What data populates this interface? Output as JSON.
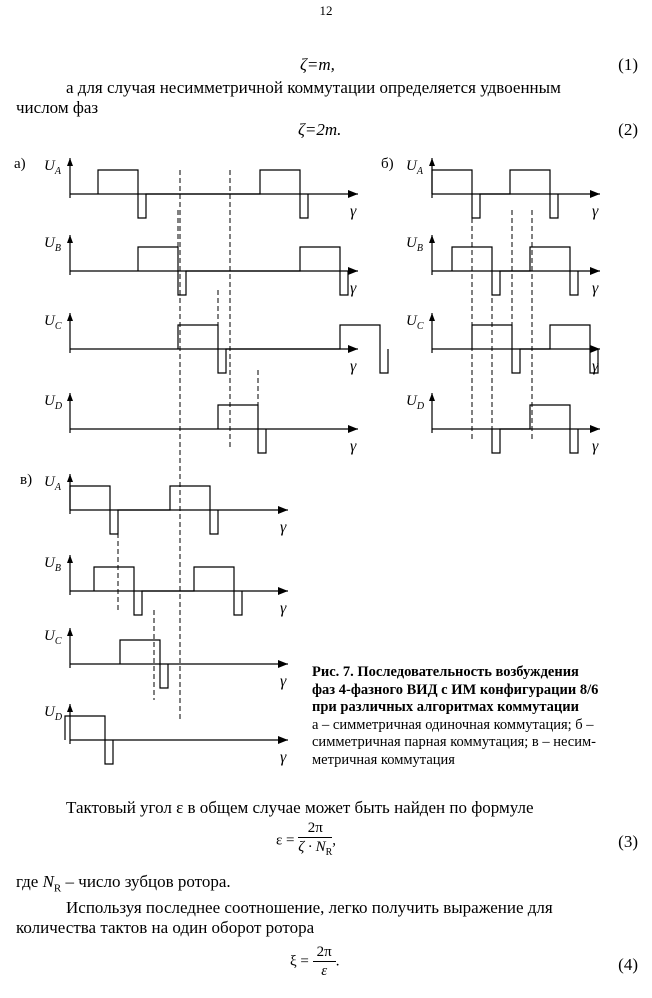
{
  "page_number": "12",
  "eq1": {
    "text": "ζ=m,",
    "number": "(1)"
  },
  "para1_line1": "а для случая несимметричной коммутации определяется удвоенным",
  "para1_line2": "числом фаз",
  "eq2": {
    "text": "ζ=2m.",
    "number": "(2)"
  },
  "figure": {
    "panels": [
      {
        "label": "а)",
        "phases": [
          "U",
          "U",
          "U",
          "U"
        ],
        "subs": [
          "A",
          "B",
          "C",
          "D"
        ],
        "axis_label": "γ"
      },
      {
        "label": "б)",
        "phases": [
          "U",
          "U",
          "U",
          "U"
        ],
        "subs": [
          "A",
          "B",
          "C",
          "D"
        ],
        "axis_label": "γ"
      },
      {
        "label": "в)",
        "phases": [
          "U",
          "U",
          "U",
          "U"
        ],
        "subs": [
          "A",
          "B",
          "C",
          "D"
        ],
        "axis_label": "γ"
      }
    ]
  },
  "caption": {
    "bold_lines": [
      "Рис. 7. Последовательность возбуждения",
      "фаз 4-фазного ВИД с ИМ конфигурации 8/6",
      "при различных алгоритмах коммутации"
    ],
    "normal_lines": [
      "а – симметричная одиночная коммутация; б –",
      "симметричная парная коммутация; в – несим-",
      "метричная коммутация"
    ]
  },
  "para2": "Тактовый угол ε в общем случае может быть найден по формуле",
  "eq3": {
    "lhs": "ε =",
    "num": "2π",
    "den": "ζ · N",
    "den_sub": "R",
    "tail": ",",
    "number": "(3)"
  },
  "para3": {
    "prefix": "где ",
    "var": "N",
    "sub": "R",
    "suffix": " – число зубцов ротора."
  },
  "para4_line1": "Используя последнее соотношение, легко получить выражение для",
  "para4_line2": "количества тактов на один оборот ротора",
  "eq4": {
    "lhs": "ξ =",
    "num": "2π",
    "den": "ε",
    "tail": ".",
    "number": "(4)"
  }
}
